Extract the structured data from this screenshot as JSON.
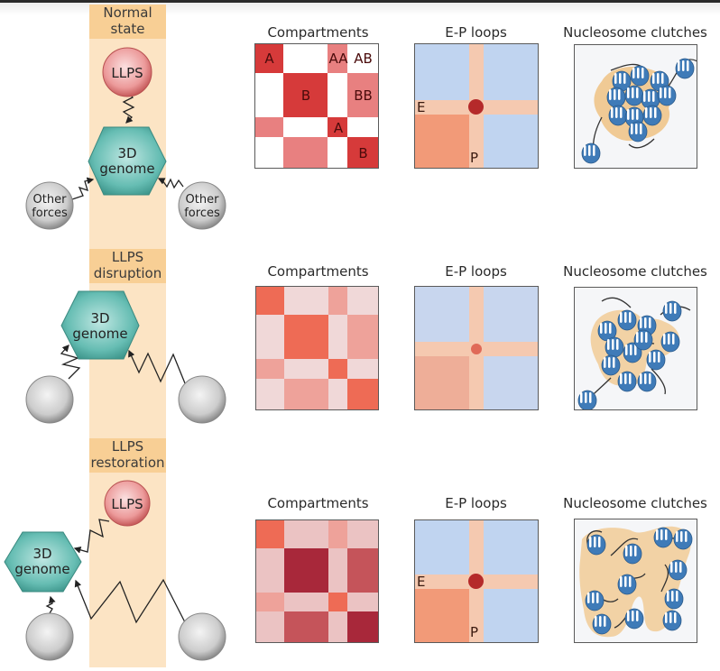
{
  "states": [
    {
      "label_line1": "Normal",
      "label_line2": "state",
      "llps_node": "LLPS",
      "genome_line1": "3D",
      "genome_line2": "genome",
      "other_forces_left_line1": "Other",
      "other_forces_left_line2": "forces",
      "other_forces_right_line1": "Other",
      "other_forces_right_line2": "forces"
    },
    {
      "label_line1": "LLPS",
      "label_line2": "disruption",
      "genome_line1": "3D",
      "genome_line2": "genome"
    },
    {
      "label_line1": "LLPS",
      "label_line2": "restoration",
      "llps_node": "LLPS",
      "genome_line1": "3D",
      "genome_line2": "genome"
    }
  ],
  "panels": {
    "compartments_title": "Compartments",
    "ep_loops_title": "E-P loops",
    "nucleosome_title": "Nucleosome clutches"
  },
  "compartment_labels": {
    "a1": "A",
    "b1": "B",
    "aa": "AA",
    "ab": "AB",
    "bb": "BB",
    "a2": "A",
    "b2": "B"
  },
  "ep_labels": {
    "enhancer": "E",
    "promoter": "P"
  },
  "colors": {
    "band": "#fce4c4",
    "band_label": "#f8cf95",
    "llps": "#e88a8a",
    "genome": "#5fb8ae",
    "other_forces": "#cfcfcf",
    "ep_background": "#c0d4f0",
    "ep_band": "#f5c9b0",
    "ep_quadrant": "#f29a78",
    "ep_dot_normal": "#b52a2a",
    "ep_dot_disrupted": "#e06a58",
    "nucleosome_blue": "#3f7bb8",
    "clutch_halo": "#f0c58a"
  },
  "compartment_matrices": [
    [
      [
        "#d63a3a",
        "#ffffff",
        "#e88080",
        "#ffffff"
      ],
      [
        "#ffffff",
        "#d63a3a",
        "#ffffff",
        "#e88080"
      ],
      [
        "#e88080",
        "#ffffff",
        "#d63a3a",
        "#ffffff"
      ],
      [
        "#ffffff",
        "#e88080",
        "#ffffff",
        "#d63a3a"
      ]
    ],
    [
      [
        "#ee6b55",
        "#f0d8d8",
        "#eea29a",
        "#f0d8d8"
      ],
      [
        "#f0d8d8",
        "#ee6b55",
        "#f0d8d8",
        "#eea29a"
      ],
      [
        "#eea29a",
        "#f0d8d8",
        "#ee6b55",
        "#f0d8d8"
      ],
      [
        "#f0d8d8",
        "#eea29a",
        "#f0d8d8",
        "#ee6b55"
      ]
    ],
    [
      [
        "#ee6b55",
        "#ebc3c3",
        "#eea29a",
        "#ebc3c3"
      ],
      [
        "#ebc3c3",
        "#a8283a",
        "#ebc3c3",
        "#c5545a"
      ],
      [
        "#eea29a",
        "#ebc3c3",
        "#ee6b55",
        "#ebc3c3"
      ],
      [
        "#ebc3c3",
        "#c5545a",
        "#ebc3c3",
        "#a8283a"
      ]
    ]
  ]
}
